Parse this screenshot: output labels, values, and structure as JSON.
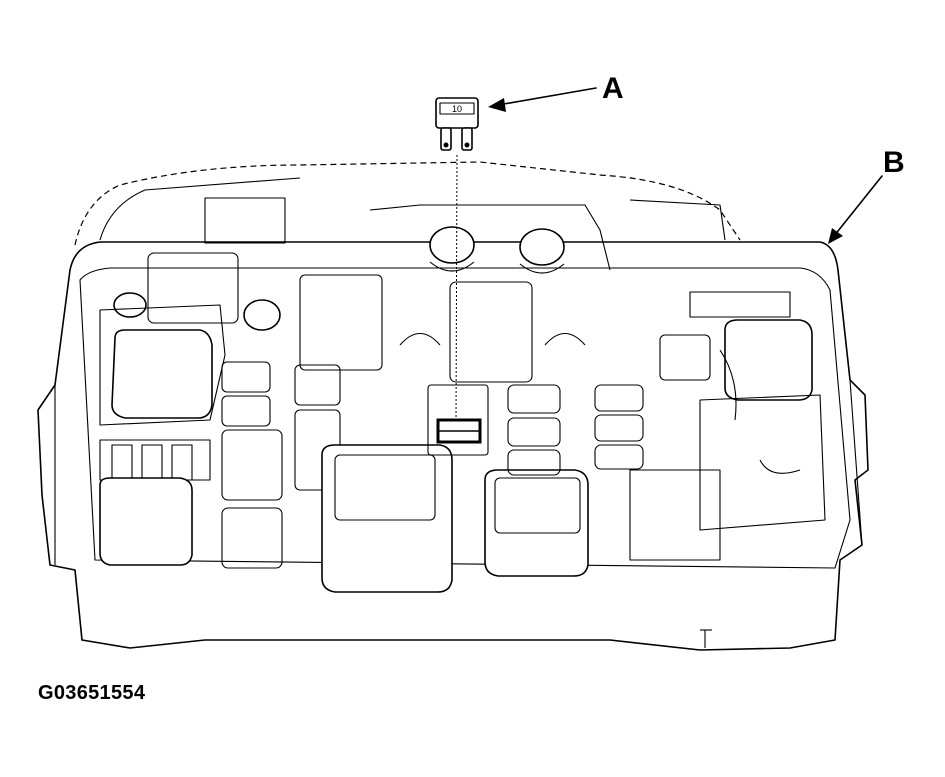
{
  "callouts": {
    "a": "A",
    "b": "B"
  },
  "fuse": {
    "rating_label": "10"
  },
  "figure_id": "G03651554"
}
